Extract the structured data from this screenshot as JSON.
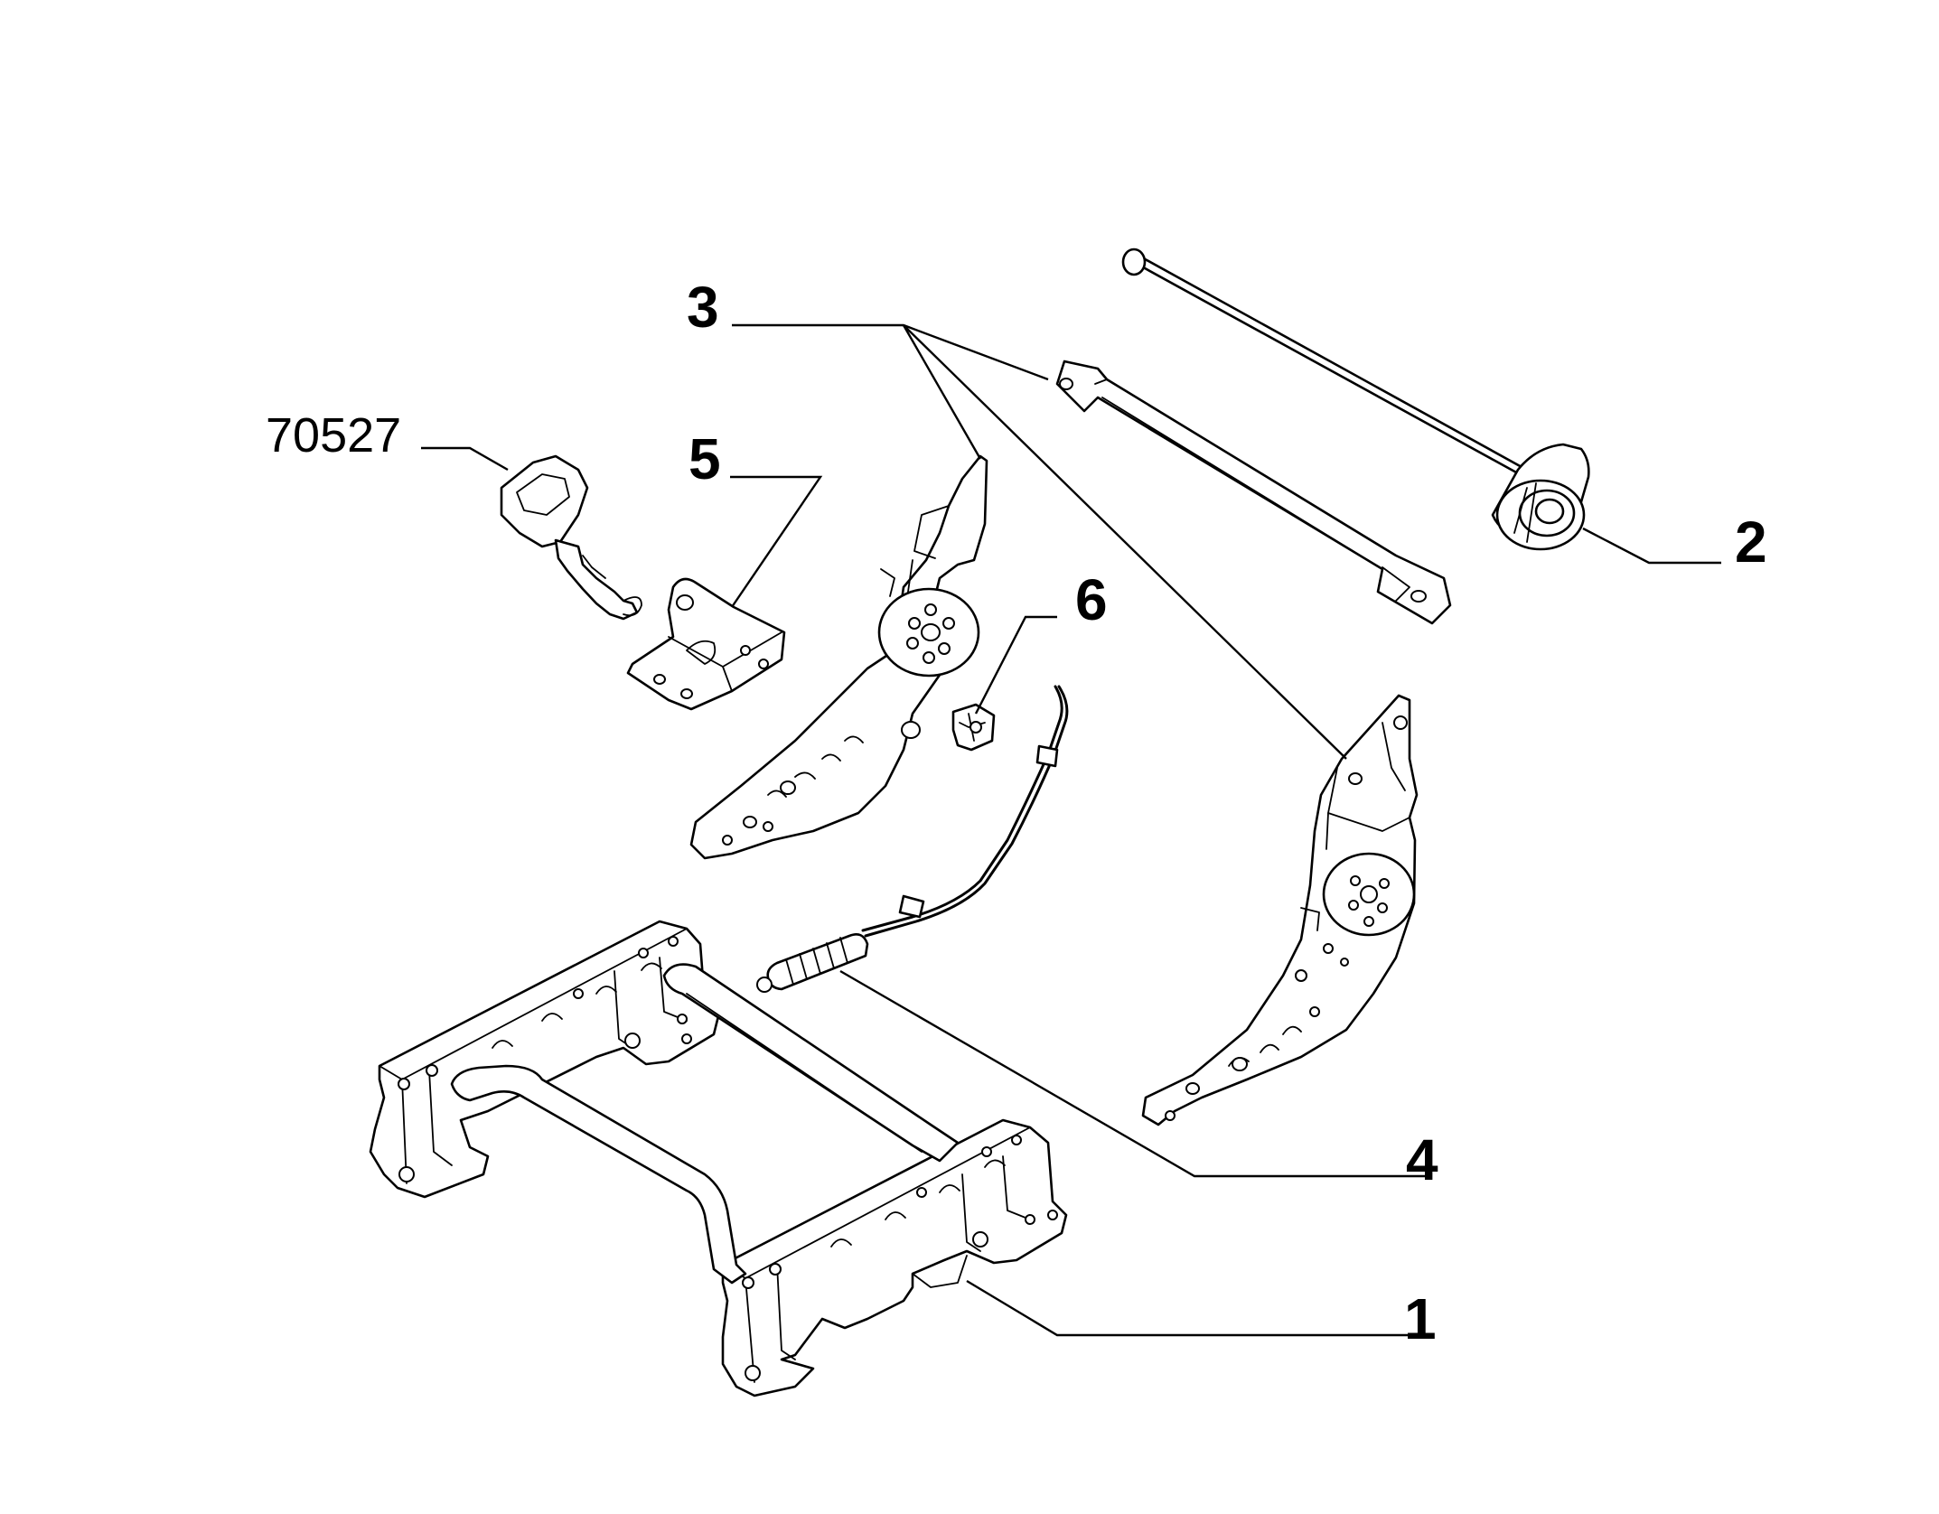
{
  "diagram": {
    "callouts": [
      {
        "id": "label-1",
        "text": "1"
      },
      {
        "id": "label-2",
        "text": "2"
      },
      {
        "id": "label-3",
        "text": "3"
      },
      {
        "id": "label-4",
        "text": "4"
      },
      {
        "id": "label-5",
        "text": "5"
      },
      {
        "id": "label-6",
        "text": "6"
      },
      {
        "id": "label-70527",
        "text": "70527"
      }
    ]
  },
  "colors": {
    "line": "#000000",
    "background": "#ffffff"
  }
}
